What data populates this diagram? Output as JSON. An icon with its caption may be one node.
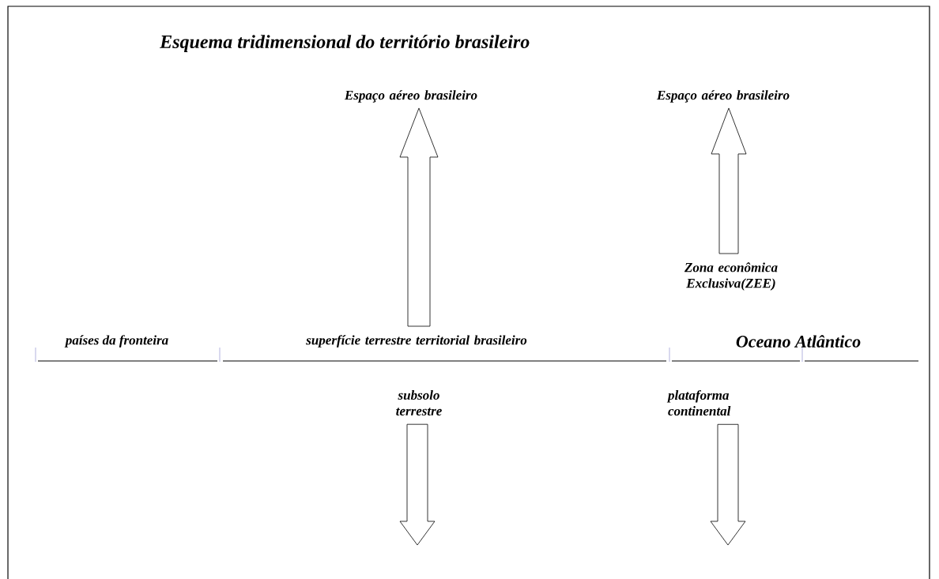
{
  "diagram": {
    "title": "Esquema tridimensional do território  brasileiro",
    "nodes": [
      {
        "text": [
          "Espaço aéreo brasileiro"
        ]
      },
      {
        "text": [
          "Espaço aéreo brasileiro"
        ]
      },
      {
        "text": [
          "Zona econômica Exclusiva(ZEE)"
        ]
      },
      {
        "text": [
          "superfície terrestre territorial brasileiro"
        ]
      },
      {
        "text": [
          "subsolo terrestre"
        ]
      },
      {
        "text": [
          "plataforma continental"
        ]
      }
    ],
    "edges": [
      {
        "from": 3,
        "to": 0,
        "arrow": "to"
      },
      {
        "from": 2,
        "to": 1,
        "arrow": "to"
      },
      {
        "from": 4,
        "to": null,
        "arrow": "to"
      },
      {
        "from": 5,
        "to": null,
        "arrow": "to"
      }
    ],
    "labels": [
      "países  da fronteira",
      "Oceano Atlântico"
    ]
  }
}
